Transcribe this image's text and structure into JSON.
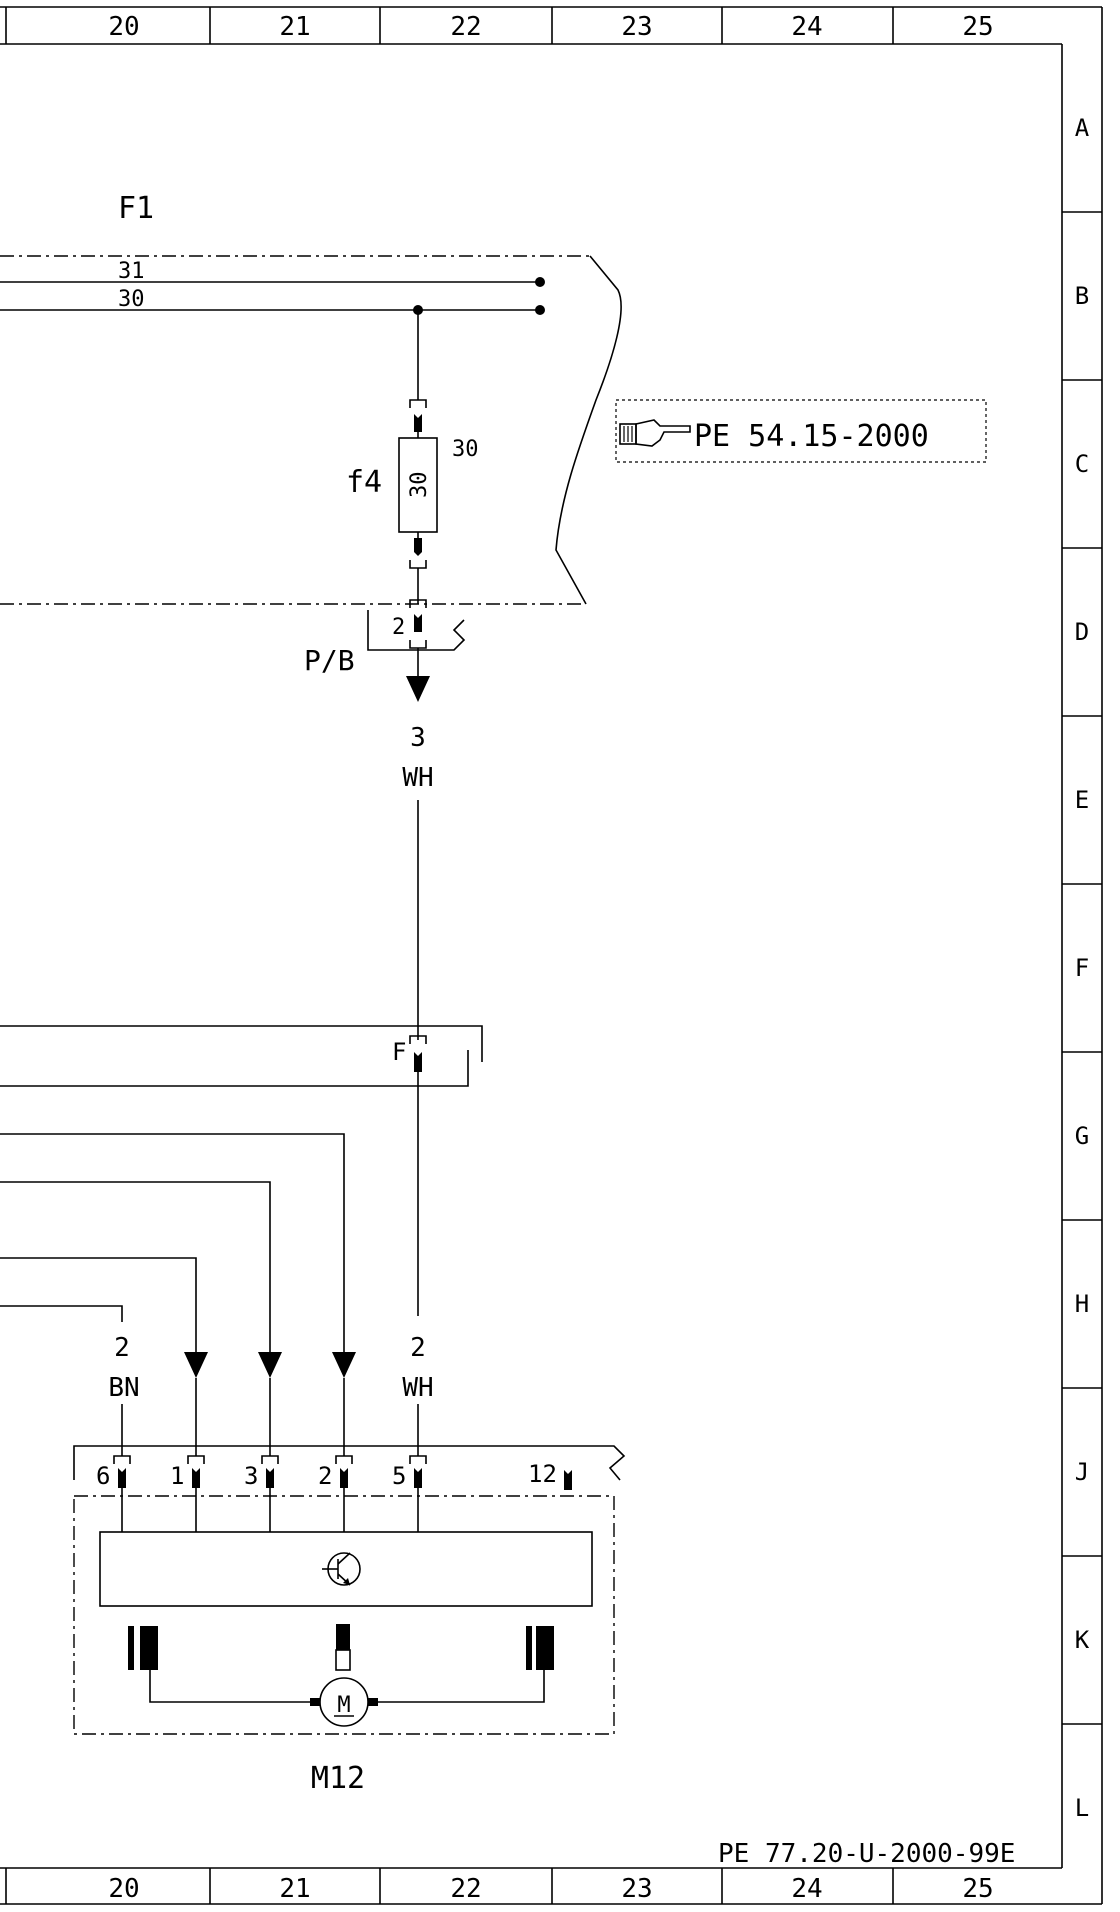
{
  "frame": {
    "top_columns": [
      "20",
      "21",
      "22",
      "23",
      "24",
      "25"
    ],
    "bottom_columns": [
      "20",
      "21",
      "22",
      "23",
      "24",
      "25"
    ],
    "rows": [
      "A",
      "B",
      "C",
      "D",
      "E",
      "F",
      "G",
      "H",
      "J",
      "K",
      "L"
    ],
    "doc_code": "PE  77.20-U-2000-99E"
  },
  "f1": {
    "label": "F1",
    "bus_31": "31",
    "bus_30": "30",
    "fuse_label": "f4",
    "fuse_rating": "30",
    "fuse_terminal": "30",
    "pin_2": "2",
    "connector_label": "P/B"
  },
  "reference": {
    "icon": "pointing-hand-icon",
    "text": "PE  54.15-2000"
  },
  "wires": {
    "wh_top_number": "3",
    "wh_top_color": "WH",
    "f_connector": "F",
    "bn_number": "2",
    "bn_color": "BN",
    "wh_bottom_number": "2",
    "wh_bottom_color": "WH"
  },
  "m12": {
    "label": "M12",
    "pins": [
      "6",
      "1",
      "3",
      "2",
      "5",
      "12"
    ],
    "motor_symbol": "M"
  }
}
